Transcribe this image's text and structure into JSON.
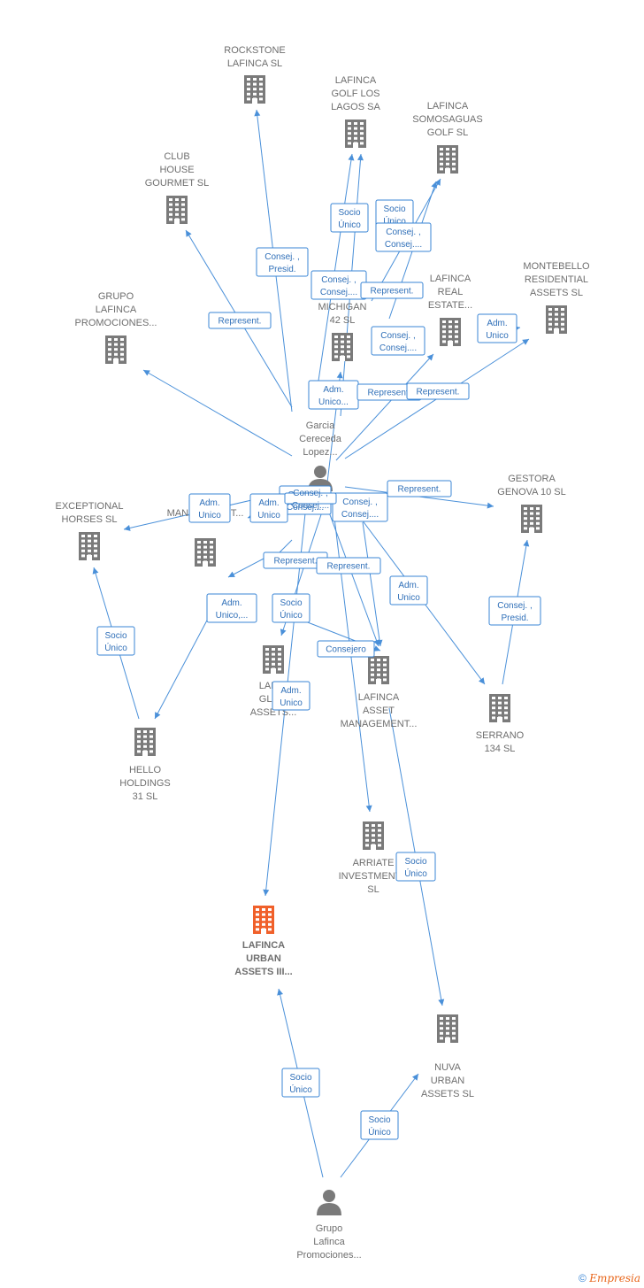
{
  "colors": {
    "edge": "#4a90d9",
    "company": "#7a7a7a",
    "focus": "#f0602a",
    "person": "#7a7a7a"
  },
  "footer": {
    "copyright": "©",
    "brand": "Empresia"
  },
  "nodes": [
    {
      "id": "rockstone",
      "type": "company",
      "icon": "building-icon",
      "lines": [
        "ROCKSTONE",
        "LAFINCA  SL"
      ]
    },
    {
      "id": "golf_lagos",
      "type": "company",
      "icon": "building-icon",
      "lines": [
        "LAFINCA",
        "GOLF LOS",
        "LAGOS SA"
      ]
    },
    {
      "id": "somosaguas",
      "type": "company",
      "icon": "building-icon",
      "lines": [
        "LAFINCA",
        "SOMOSAGUAS",
        "GOLF  SL"
      ]
    },
    {
      "id": "club_house",
      "type": "company",
      "icon": "building-icon",
      "lines": [
        "CLUB",
        "HOUSE",
        "GOURMET  SL"
      ]
    },
    {
      "id": "grupo_lafinca_top",
      "type": "company",
      "icon": "building-icon",
      "lines": [
        "GRUPO",
        "LAFINCA",
        "PROMOCIONES..."
      ]
    },
    {
      "id": "michigan",
      "type": "company",
      "icon": "building-icon",
      "lines": [
        "MICHIGAN",
        "42 SL"
      ]
    },
    {
      "id": "real_estate",
      "type": "company",
      "icon": "building-icon",
      "lines": [
        "LAFINCA",
        "REAL",
        "ESTATE..."
      ]
    },
    {
      "id": "montebello",
      "type": "company",
      "icon": "building-icon",
      "lines": [
        "MONTEBELLO",
        "RESIDENTIAL",
        "ASSETS  SL"
      ]
    },
    {
      "id": "garcia",
      "type": "person",
      "icon": "person-icon",
      "lines": [
        "Garcia",
        "Cereceda",
        "Lopez..."
      ]
    },
    {
      "id": "exceptional",
      "type": "company",
      "icon": "building-icon",
      "lines": [
        "EXCEPTIONAL",
        "HORSES  SL"
      ]
    },
    {
      "id": "management_left",
      "type": "company",
      "icon": "building-icon",
      "lines": [
        "A...",
        "MANAGEMENT..."
      ]
    },
    {
      "id": "gestora",
      "type": "company",
      "icon": "building-icon",
      "lines": [
        "GESTORA",
        "GENOVA 10 SL"
      ]
    },
    {
      "id": "global_assets",
      "type": "company",
      "icon": "building-icon",
      "lines": [
        "LAFI...",
        "GLO...",
        "ASSETS..."
      ]
    },
    {
      "id": "asset_mgmt",
      "type": "company",
      "icon": "building-icon",
      "lines": [
        "LAFINCA",
        "ASSET",
        "MANAGEMENT..."
      ]
    },
    {
      "id": "serrano",
      "type": "company",
      "icon": "building-icon",
      "lines": [
        "SERRANO",
        "134 SL"
      ]
    },
    {
      "id": "hello",
      "type": "company",
      "icon": "building-icon",
      "lines": [
        "HELLO",
        "HOLDINGS",
        "31  SL"
      ]
    },
    {
      "id": "arriate",
      "type": "company",
      "icon": "building-icon",
      "lines": [
        "ARRIATE",
        "INVESTMENT...",
        "SL"
      ]
    },
    {
      "id": "urban_iii",
      "type": "focus",
      "icon": "building-icon",
      "lines": [
        "LAFINCA",
        "URBAN",
        "ASSETS III..."
      ]
    },
    {
      "id": "nuva",
      "type": "company",
      "icon": "building-icon",
      "lines": [
        "NUVA",
        "URBAN",
        "ASSETS  SL"
      ]
    },
    {
      "id": "grupo_person",
      "type": "person",
      "icon": "person-icon",
      "lines": [
        "Grupo",
        "Lafinca",
        "Promociones..."
      ]
    }
  ],
  "relations": [
    {
      "lines": [
        "Consej. ,",
        "Presid."
      ]
    },
    {
      "lines": [
        "Socio",
        "Único"
      ]
    },
    {
      "lines": [
        "Socio",
        "Único"
      ]
    },
    {
      "lines": [
        "Consej. ,",
        "Consej...."
      ]
    },
    {
      "lines": [
        "Consej. ,",
        "Consej...."
      ]
    },
    {
      "lines": [
        "Represent."
      ]
    },
    {
      "lines": [
        "Represent."
      ]
    },
    {
      "lines": [
        "Adm.",
        "Unico"
      ]
    },
    {
      "lines": [
        "Consej. ,",
        "Consej...."
      ]
    },
    {
      "lines": [
        "Adm.",
        "Unico..."
      ]
    },
    {
      "lines": [
        "Represent."
      ]
    },
    {
      "lines": [
        "Represent."
      ]
    },
    {
      "lines": [
        "Consej. ,",
        "Consej...."
      ]
    },
    {
      "lines": [
        "Adm.",
        "Unico"
      ]
    },
    {
      "lines": [
        "Adm.",
        "Unico"
      ]
    },
    {
      "lines": [
        "Consej. ,",
        "Consej...."
      ]
    },
    {
      "lines": [
        "Consej. ,",
        "Consej...."
      ]
    },
    {
      "lines": [
        "Represent."
      ]
    },
    {
      "lines": [
        "Represent."
      ]
    },
    {
      "lines": [
        "Represent."
      ]
    },
    {
      "lines": [
        "Adm.",
        "Unico"
      ]
    },
    {
      "lines": [
        "Adm.",
        "Unico,..."
      ]
    },
    {
      "lines": [
        "Socio",
        "Único"
      ]
    },
    {
      "lines": [
        "Consej. ,",
        "Presid."
      ]
    },
    {
      "lines": [
        "Socio",
        "Único"
      ]
    },
    {
      "lines": [
        "Consejero"
      ]
    },
    {
      "lines": [
        "Adm.",
        "Unico"
      ]
    },
    {
      "lines": [
        "Socio",
        "Único"
      ]
    },
    {
      "lines": [
        "Socio",
        "Único"
      ]
    },
    {
      "lines": [
        "Socio",
        "Único"
      ]
    }
  ]
}
